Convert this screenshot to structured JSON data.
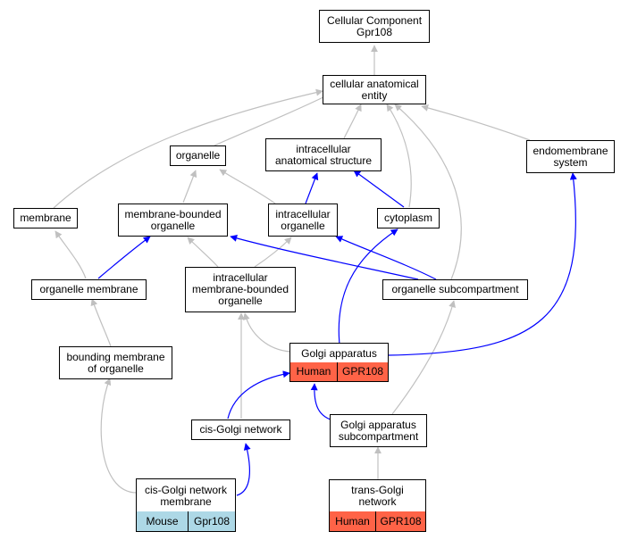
{
  "colors": {
    "gray_edge": "#c0c0c0",
    "blue_edge": "#0000ff",
    "human": "#ff6347",
    "mouse": "#add8e6"
  },
  "nodes": {
    "root": "Cellular Component\nGpr108",
    "cae": "cellular anatomical\nentity",
    "organelle": "organelle",
    "ias": "intracellular\nanatomical structure",
    "endo": "endomembrane\nsystem",
    "membrane": "membrane",
    "mbo": "membrane-bounded\norganelle",
    "io": "intracellular\norganelle",
    "cyto": "cytoplasm",
    "om": "organelle membrane",
    "imbo": "intracellular\nmembrane-bounded\norganelle",
    "os": "organelle subcompartment",
    "bmo": "bounding membrane\nof organelle",
    "cgn": "cis-Golgi network",
    "gas": "Golgi apparatus\nsubcompartment"
  },
  "cards": {
    "golgi": {
      "title": "Golgi apparatus",
      "species": "Human",
      "gene": "GPR108"
    },
    "cgnm": {
      "title": "cis-Golgi network\nmembrane",
      "species": "Mouse",
      "gene": "Gpr108"
    },
    "tgn": {
      "title": "trans-Golgi\nnetwork",
      "species": "Human",
      "gene": "GPR108"
    }
  }
}
